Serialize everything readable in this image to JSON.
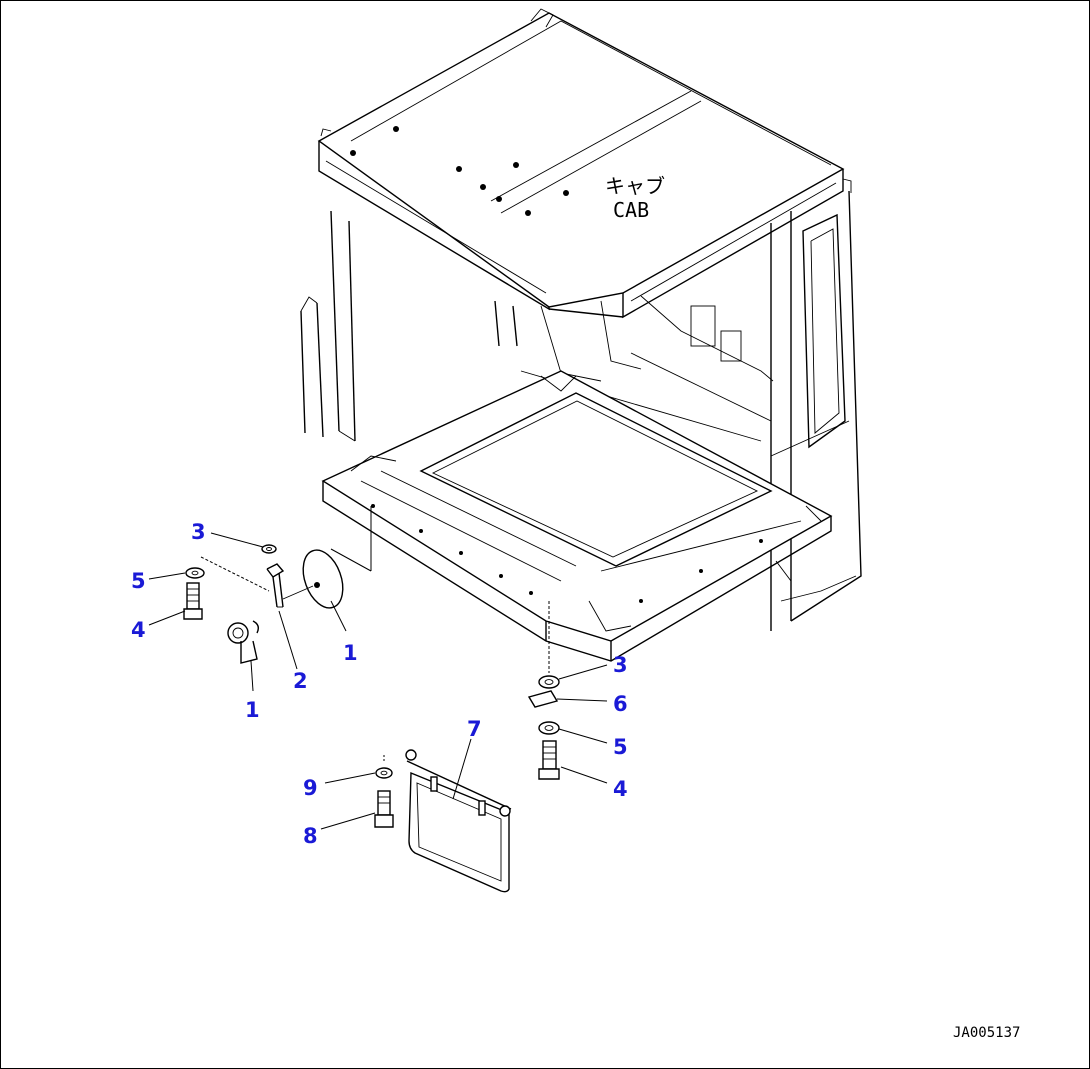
{
  "drawing": {
    "cab_label_jp": "キャブ",
    "cab_label_en": "CAB",
    "drawing_code": "JA005137",
    "label_color": "#1a1ad6"
  },
  "callouts": [
    {
      "id": "c3a",
      "text": "3"
    },
    {
      "id": "c5a",
      "text": "5"
    },
    {
      "id": "c4a",
      "text": "4"
    },
    {
      "id": "c1a",
      "text": "1"
    },
    {
      "id": "c2",
      "text": "2"
    },
    {
      "id": "c1b",
      "text": "1"
    },
    {
      "id": "c3b",
      "text": "3"
    },
    {
      "id": "c6",
      "text": "6"
    },
    {
      "id": "c5b",
      "text": "5"
    },
    {
      "id": "c4b",
      "text": "4"
    },
    {
      "id": "c7",
      "text": "7"
    },
    {
      "id": "c9",
      "text": "9"
    },
    {
      "id": "c8",
      "text": "8"
    }
  ]
}
